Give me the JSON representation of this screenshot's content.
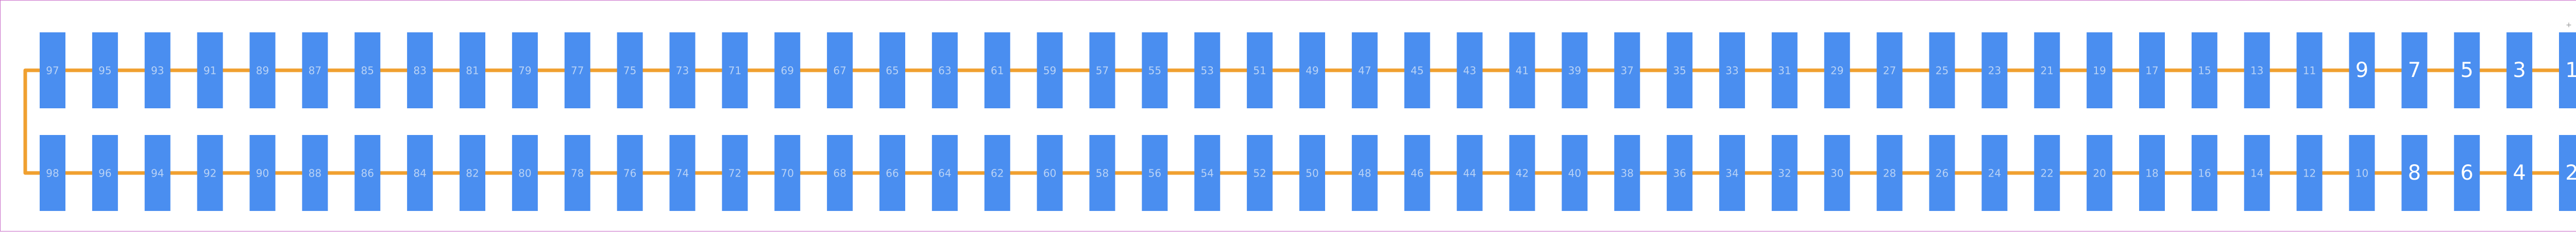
{
  "colors": {
    "background": "#ffffff",
    "border": "#c86ac8",
    "pad": "#4a8ef0",
    "trace": "#f0a030",
    "label_small": "#b8d2f6",
    "label_large": "#ffffff",
    "marker": "#9a9a9a"
  },
  "top_row_pins": [
    "97",
    "95",
    "93",
    "91",
    "89",
    "87",
    "85",
    "83",
    "81",
    "79",
    "77",
    "75",
    "73",
    "71",
    "69",
    "67",
    "65",
    "63",
    "61",
    "59",
    "57",
    "55",
    "53",
    "51",
    "49",
    "47",
    "45",
    "43",
    "41",
    "39",
    "37",
    "35",
    "33",
    "31",
    "29",
    "27",
    "25",
    "23",
    "21",
    "19",
    "17",
    "15",
    "13",
    "11",
    "9",
    "7",
    "5",
    "3",
    "1"
  ],
  "bottom_row_pins": [
    "98",
    "96",
    "94",
    "92",
    "90",
    "88",
    "86",
    "84",
    "82",
    "80",
    "78",
    "76",
    "74",
    "72",
    "70",
    "68",
    "66",
    "64",
    "62",
    "60",
    "58",
    "56",
    "54",
    "52",
    "50",
    "48",
    "46",
    "44",
    "42",
    "40",
    "38",
    "36",
    "34",
    "32",
    "30",
    "28",
    "26",
    "24",
    "22",
    "20",
    "18",
    "16",
    "14",
    "12",
    "10",
    "8",
    "6",
    "4",
    "2"
  ],
  "pin1_marker": "+"
}
